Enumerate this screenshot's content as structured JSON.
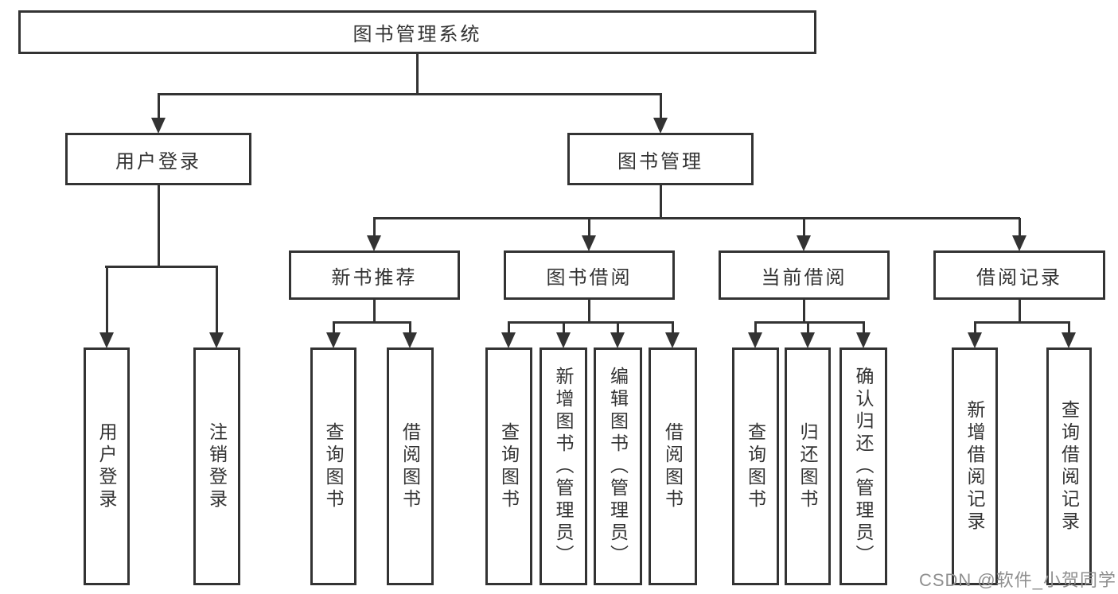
{
  "colors": {
    "line": "#333333",
    "text": "#333333",
    "background": "#ffffff",
    "watermark": "#8f8f8f"
  },
  "watermark": {
    "text": "CSDN @软件_小贺同学"
  },
  "diagram": {
    "root": {
      "label": "图书管理系统"
    },
    "level2": [
      {
        "label": "用户登录"
      },
      {
        "label": "图书管理"
      }
    ],
    "level3": [
      {
        "label": "新书推荐"
      },
      {
        "label": "图书借阅"
      },
      {
        "label": "当前借阅"
      },
      {
        "label": "借阅记录"
      }
    ],
    "leaves": {
      "user_login": [
        {
          "label": "用户登录"
        },
        {
          "label": "注销登录"
        }
      ],
      "new_book_recommend": [
        {
          "label": "查询图书"
        },
        {
          "label": "借阅图书"
        }
      ],
      "book_borrow": [
        {
          "label": "查询图书"
        },
        {
          "label": "新增图书（管理员）"
        },
        {
          "label": "编辑图书（管理员）"
        },
        {
          "label": "借阅图书"
        }
      ],
      "current_borrow": [
        {
          "label": "查询图书"
        },
        {
          "label": "归还图书"
        },
        {
          "label": "确认归还（管理员）"
        }
      ],
      "borrow_records": [
        {
          "label": "新增借阅记录"
        },
        {
          "label": "查询借阅记录"
        }
      ]
    }
  }
}
